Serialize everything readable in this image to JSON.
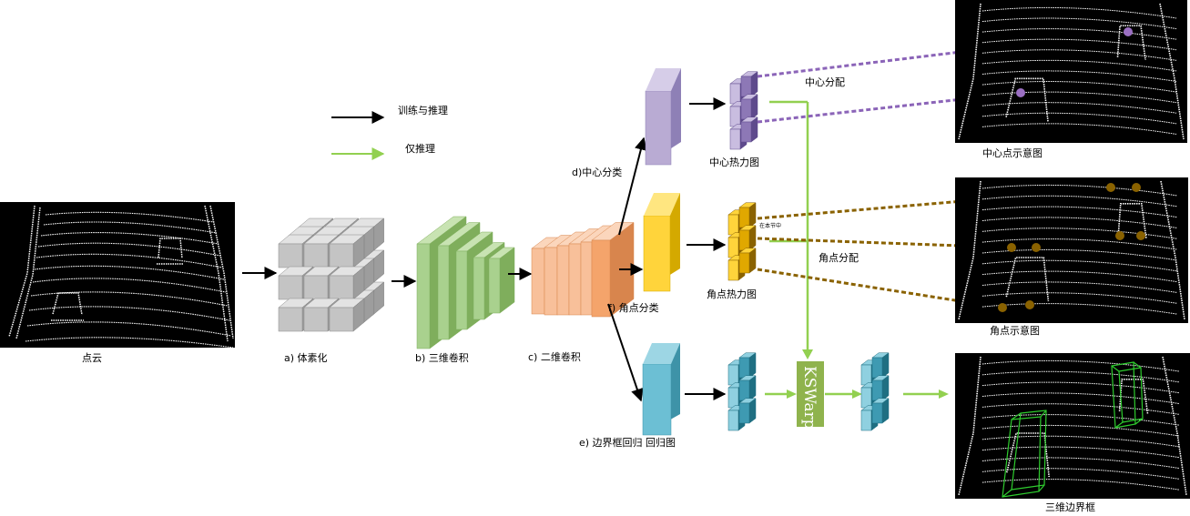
{
  "legend": {
    "train_infer": "训练与推理",
    "infer_only": "仅推理"
  },
  "labels": {
    "point_cloud": "点云",
    "voxelize": "a) 体素化",
    "conv3d": "b) 三维卷积",
    "conv2d": "c) 二维卷积",
    "center_cls": "d)中心分类",
    "corner_cls": "f) 角点分类",
    "bbox_reg": "e) 边界框回归 回归图",
    "center_heatmap": "中心热力图",
    "corner_heatmap": "角点热力图",
    "center_assign": "中心分配",
    "corner_assign": "角点分配",
    "in_section": "在本节中",
    "kswarp": "KSWarp",
    "center_diagram": "中心点示意图",
    "corner_diagram": "角点示意图",
    "bbox3d": "三维边界框"
  },
  "colors": {
    "train_arrow": "#000000",
    "infer_arrow": "#92d050",
    "center": "#b9abd3",
    "center_dark": "#7e6aa8",
    "corner": "#ffd43b",
    "corner_dark": "#b8860b",
    "bbox": "#6cbfd4",
    "bbox_dark": "#1f6f82",
    "center_dots": "#9b6fc2",
    "corner_dots": "#8a6200",
    "box_lines": "#2ecc2e"
  }
}
